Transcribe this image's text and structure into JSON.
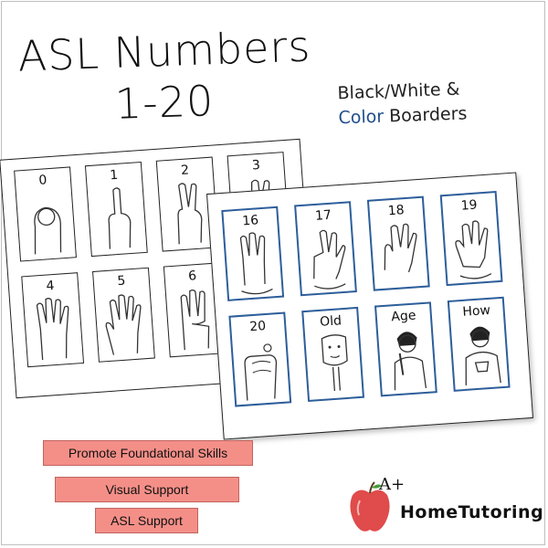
{
  "title": {
    "line1": "ASL Numbers",
    "line2": "1-20"
  },
  "subtitle": {
    "bw": "Black/White &",
    "color_word": "Color",
    "rest": " Boarders"
  },
  "sheet_bw": {
    "cards": [
      {
        "label": "0",
        "icon": "hand-sign-0-icon"
      },
      {
        "label": "1",
        "icon": "hand-sign-1-icon"
      },
      {
        "label": "2",
        "icon": "hand-sign-2-icon"
      },
      {
        "label": "3",
        "icon": "hand-sign-3-icon"
      },
      {
        "label": "4",
        "icon": "hand-sign-4-icon"
      },
      {
        "label": "5",
        "icon": "hand-sign-5-icon"
      },
      {
        "label": "6",
        "icon": "hand-sign-6-icon"
      }
    ]
  },
  "sheet_color": {
    "border_color": "#2d5e9a",
    "cards": [
      {
        "label": "16",
        "icon": "hand-sign-16-icon"
      },
      {
        "label": "17",
        "icon": "hand-sign-17-icon"
      },
      {
        "label": "18",
        "icon": "hand-sign-18-icon"
      },
      {
        "label": "19",
        "icon": "hand-sign-19-icon"
      },
      {
        "label": "20",
        "icon": "hand-sign-20-icon"
      },
      {
        "label": "Old",
        "icon": "sign-old-icon"
      },
      {
        "label": "Age",
        "icon": "sign-age-icon"
      },
      {
        "label": "How",
        "icon": "sign-how-icon"
      }
    ]
  },
  "features": [
    "Promote Foundational Skills",
    "Visual Support",
    "ASL Support"
  ],
  "feature_color": "#f48f88",
  "logo": {
    "mark": "A+",
    "name": "HomeTutoring",
    "apple_color": "#e04b4b"
  }
}
